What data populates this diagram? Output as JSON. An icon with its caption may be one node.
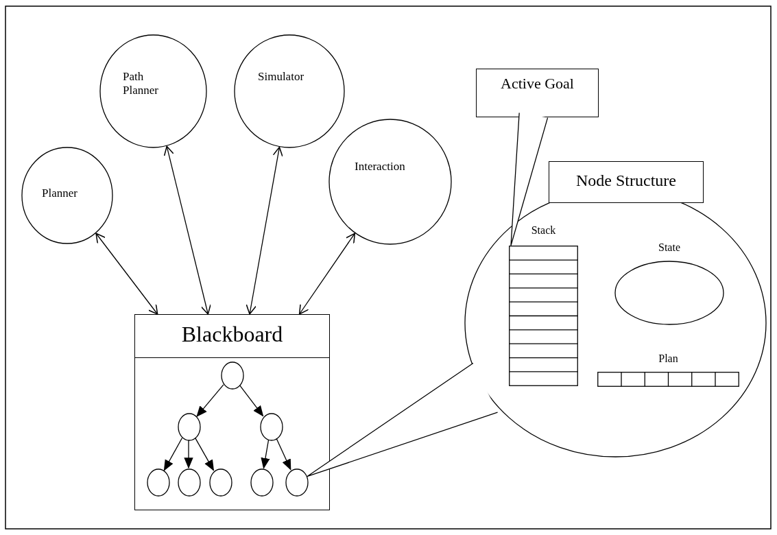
{
  "diagram": {
    "nodes": [
      {
        "text": [
          "Planner"
        ]
      },
      {
        "text": [
          "Path Planner"
        ]
      },
      {
        "text": [
          "Simulator"
        ]
      },
      {
        "text": [
          "Interaction"
        ]
      },
      {
        "text": [
          "Blackboard"
        ]
      },
      {
        "text": [],
        "shape": "circle",
        "in": 4
      },
      {
        "text": [],
        "shape": "circle",
        "in": 4
      },
      {
        "text": [],
        "shape": "circle",
        "in": 4
      },
      {
        "text": [],
        "shape": "circle",
        "in": 4
      },
      {
        "text": [],
        "shape": "circle",
        "in": 4
      },
      {
        "text": [],
        "shape": "circle",
        "in": 4
      },
      {
        "text": [],
        "shape": "circle",
        "in": 4
      },
      {
        "text": [],
        "shape": "circle",
        "in": 4
      },
      {
        "text": [
          "Active Goal"
        ]
      },
      {
        "text": [
          "Node Structure"
        ]
      },
      {
        "text": [
          "Stack"
        ],
        "in": 14
      },
      {
        "text": [
          "State"
        ],
        "in": 14
      },
      {
        "text": [
          "Plan"
        ],
        "in": 14
      }
    ],
    "edges": [
      {
        "from": 0,
        "to": 4,
        "arrow": "both"
      },
      {
        "from": 1,
        "to": 4,
        "arrow": "both"
      },
      {
        "from": 2,
        "to": 4,
        "arrow": "both"
      },
      {
        "from": 3,
        "to": 4,
        "arrow": "both"
      },
      {
        "from": 5,
        "to": 6,
        "arrow": "to"
      },
      {
        "from": 5,
        "to": 7,
        "arrow": "to"
      },
      {
        "from": 6,
        "to": 8,
        "arrow": "to"
      },
      {
        "from": 6,
        "to": 9,
        "arrow": "to"
      },
      {
        "from": 6,
        "to": 10,
        "arrow": "to"
      },
      {
        "from": 7,
        "to": 11,
        "arrow": "to"
      },
      {
        "from": 7,
        "to": 12,
        "arrow": "to"
      },
      {
        "from": 13,
        "to": 15,
        "arrow": "none"
      },
      {
        "from": 14,
        "to": 12,
        "arrow": "none"
      }
    ]
  }
}
